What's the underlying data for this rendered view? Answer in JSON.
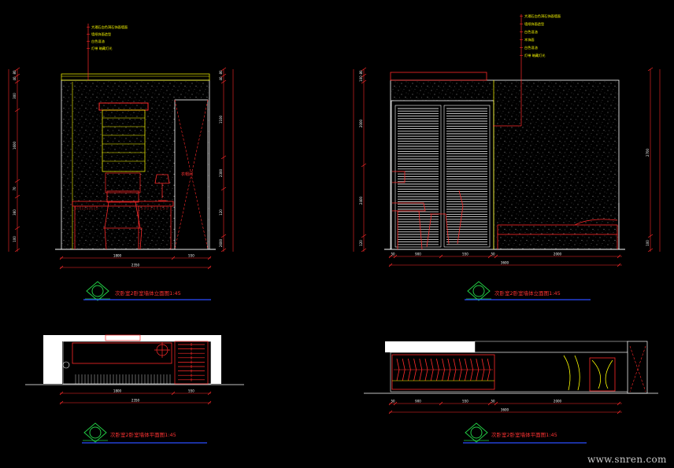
{
  "drawing": {
    "colors": {
      "background": "#000000",
      "wall": "#ffffff",
      "cabinet": "#ffff00",
      "furniture": "#ff2a2a",
      "dimension": "#ff2a2a",
      "title_underline": "#2a4cff",
      "symbol": "#22cc44"
    },
    "elev1": {
      "notes": [
        "大理石白色洞石饰面墙面",
        "墙纸饰面造型",
        "白色混油",
        "灯带 暗藏灯光"
      ],
      "left_dims": [
        "80",
        "40",
        "300",
        "1600",
        "70",
        "360",
        "100"
      ],
      "right_dims": [
        "80",
        "40",
        "1100",
        "2300",
        "120",
        "2600"
      ],
      "bottom_dims": [
        "1800",
        "550"
      ],
      "total_dim": "2350",
      "tag": "衣帽间",
      "title": "次卧室2卧室墙体立面图1:45",
      "symbol_icon": "section-symbol-icon"
    },
    "elev2": {
      "notes": [
        "大理石白色洞石饰面墙面",
        "墙纸饰面造型",
        "白色混油",
        "木饰面",
        "白色混油",
        "灯带 暗藏灯光"
      ],
      "left_dims": [
        "80",
        "100",
        "2000",
        "2400",
        "120"
      ],
      "right_dims": [
        "2700",
        "100"
      ],
      "bottom_dims": [
        "50",
        "900",
        "550",
        "50",
        "2000"
      ],
      "total_dim": "3600",
      "title": "次卧室2卧室墙体立面图1:45",
      "symbol_icon": "section-symbol-icon"
    },
    "plan1": {
      "bottom_dims": [
        "1800",
        "550"
      ],
      "total_dim": "2350",
      "title": "次卧室2卧室墙体平面图1:45",
      "symbol_icon": "section-symbol-icon"
    },
    "plan2": {
      "bottom_dims": [
        "50",
        "900",
        "550",
        "50",
        "2000"
      ],
      "total_dim": "3600",
      "title": "次卧室2卧室墙体平面图1:45",
      "symbol_icon": "section-symbol-icon"
    },
    "watermark": "www.snren.com"
  }
}
